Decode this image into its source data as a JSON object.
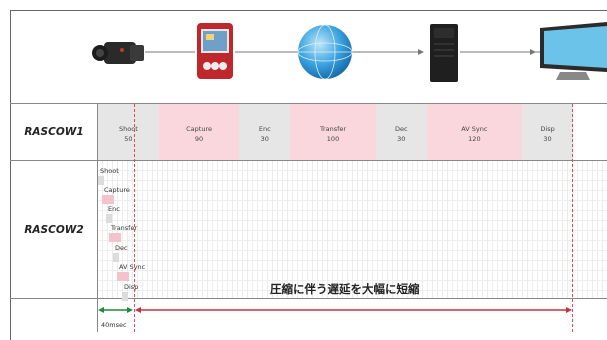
{
  "rows": {
    "rascow1_label": "RASCOW1",
    "rascow2_label": "RASCOW2"
  },
  "rascow1_segments": [
    {
      "name": "Shoot",
      "value": "50",
      "kind": "gray"
    },
    {
      "name": "Capture",
      "value": "90",
      "kind": "pink"
    },
    {
      "name": "Enc",
      "value": "30",
      "kind": "gray"
    },
    {
      "name": "Transfer",
      "value": "100",
      "kind": "pink"
    },
    {
      "name": "Dec",
      "value": "30",
      "kind": "gray"
    },
    {
      "name": "AV Sync",
      "value": "120",
      "kind": "pink"
    },
    {
      "name": "Disp",
      "value": "30",
      "kind": "gray"
    }
  ],
  "rascow2_steps": [
    "Shoot",
    "Capture",
    "Enc",
    "Transfer",
    "Dec",
    "AV Sync",
    "Disp"
  ],
  "caption": "圧縮に伴う遅延を大幅に短縮",
  "short_latency_label": "40msec",
  "devices": [
    "video-camera-icon",
    "capture-device-icon",
    "network-globe-icon",
    "workstation-icon",
    "monitor-icon"
  ],
  "colors": {
    "pink": "#fad7dd",
    "gray": "#e6e6e6",
    "green_arrow": "#1f8a3a",
    "red_arrow": "#c8323c"
  }
}
